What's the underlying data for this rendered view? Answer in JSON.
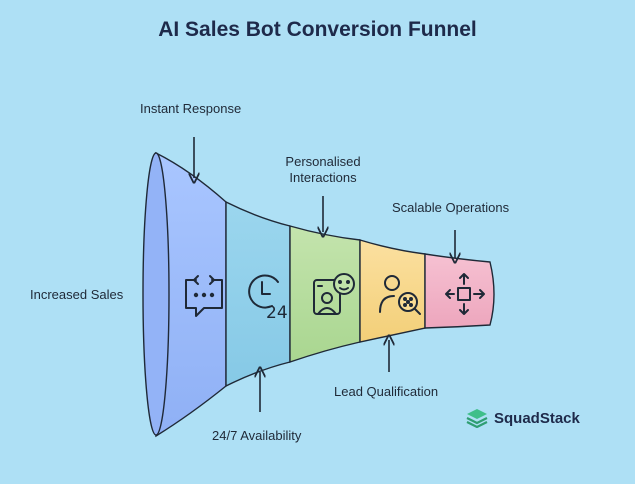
{
  "title": "AI Sales Bot Conversion Funnel",
  "stages": [
    {
      "label": "Increased Sales",
      "icon": "chat-refresh-icon",
      "color": "#9fbcfb"
    },
    {
      "label": "24/7 Availability",
      "icon": "clock-24-icon",
      "color": "#92d2ea"
    },
    {
      "label": "Personalised Interactions",
      "icon": "persona-chat-icon",
      "color": "#b9dfa6"
    },
    {
      "label": "Lead Qualification",
      "icon": "user-search-icon",
      "color": "#f8d98a"
    },
    {
      "label": "Instant Response",
      "icon": "",
      "color": ""
    },
    {
      "label": "Scalable Operations",
      "icon": "expand-arrows-icon",
      "color": "#f2b3c8"
    }
  ],
  "labels": {
    "instant_response": "Instant Response",
    "personalised_line1": "Personalised",
    "personalised_line2": "Interactions",
    "scalable_operations": "Scalable Operations",
    "increased_sales": "Increased Sales",
    "lead_qualification": "Lead Qualification",
    "availability": "24/7 Availability"
  },
  "brand": {
    "name": "SquadStack",
    "color": "#3fbf8a"
  }
}
